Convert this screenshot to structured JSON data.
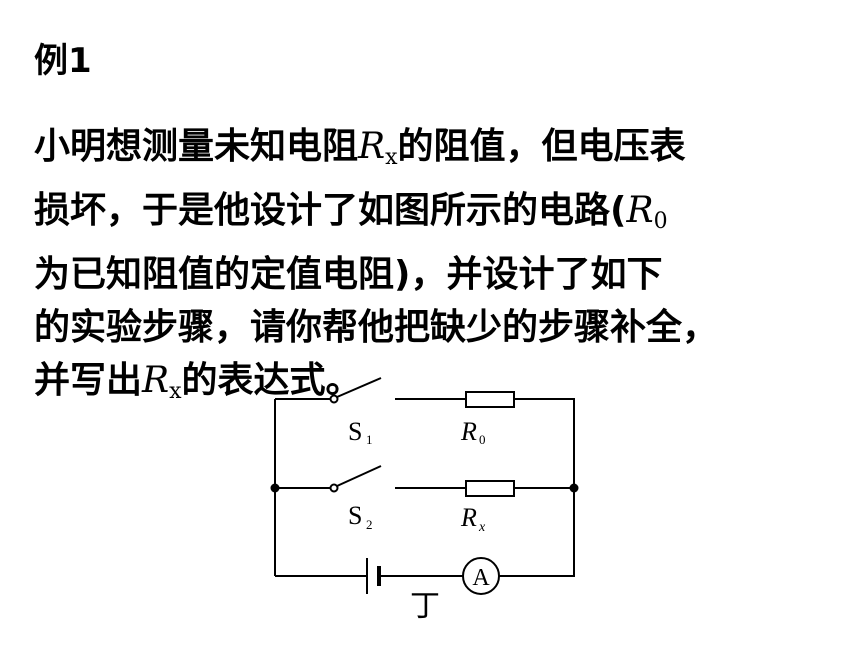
{
  "example": {
    "heading": "例1"
  },
  "problem": {
    "l1_a": "小明想测量未知电阻",
    "rx_var": "R",
    "rx_sub": "x",
    "l1_b": "的阻值，但电压表",
    "l2_a": "损坏，于是他设计了如图所示的电路(",
    "r0_var": "R",
    "r0_sub": "0",
    "l3": "为已知阻值的定值电阻)，并设计了如下",
    "l4": "的实验步骤，请你帮他把缺少的步骤补全，",
    "l5_a": "并写出",
    "l5_b": "的表达式。"
  },
  "circuit": {
    "switch1": {
      "letter": "S",
      "sub": "1"
    },
    "switch2": {
      "letter": "S",
      "sub": "2"
    },
    "resistor_r0": {
      "letter": "R",
      "sub": "0"
    },
    "resistor_rx": {
      "letter": "R",
      "sub": "x"
    },
    "ammeter": "A",
    "figure_label": "丁"
  }
}
